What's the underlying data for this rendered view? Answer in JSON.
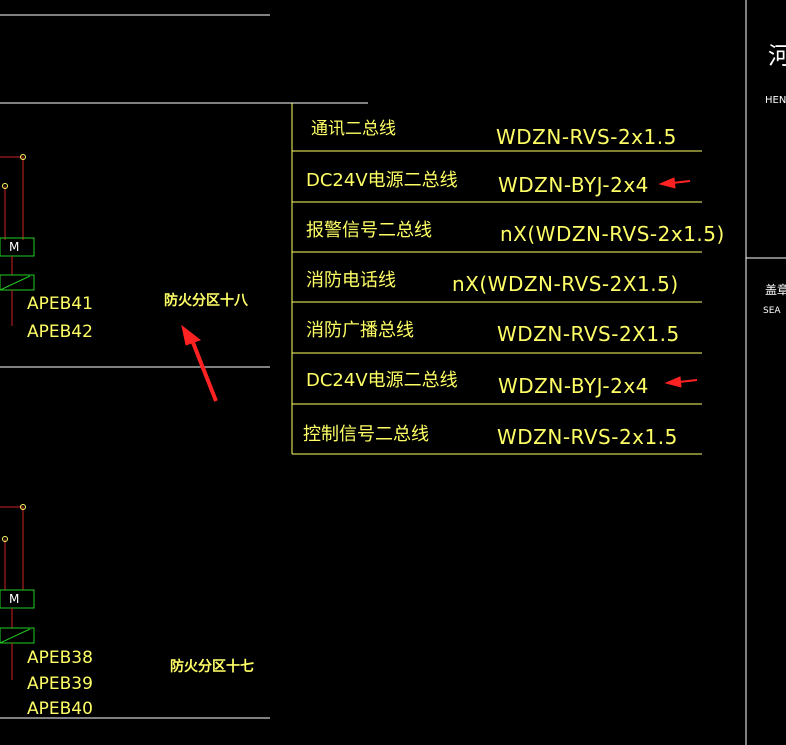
{
  "cable_rows": [
    {
      "name": "通讯二总线",
      "spec": "WDZN-RVS-2x1.5"
    },
    {
      "name": "DC24V电源二总线",
      "spec": "WDZN-BYJ-2x4"
    },
    {
      "name": "报警信号二总线",
      "spec": "nX(WDZN-RVS-2x1.5)"
    },
    {
      "name": "消防电话线",
      "spec": "nX(WDZN-RVS-2X1.5)"
    },
    {
      "name": "消防广播总线",
      "spec": "WDZN-RVS-2X1.5"
    },
    {
      "name": "DC24V电源二总线",
      "spec": "WDZN-BYJ-2x4"
    },
    {
      "name": "控制信号二总线",
      "spec": "WDZN-RVS-2x1.5"
    }
  ],
  "units_upper": [
    "APEB41",
    "APEB42"
  ],
  "units_lower": [
    "APEB38",
    "APEB39",
    "APEB40"
  ],
  "zones": {
    "upper": "防火分区十八",
    "lower": "防火分区十七"
  },
  "motor_label": "M",
  "side_panel": {
    "top_char": "河",
    "top_sub": "HEN",
    "seal_label": "盖章",
    "seal_sub": "SEA"
  },
  "colors": {
    "text": "#ffff66",
    "wire": "#cc2222",
    "box": "#22cc22",
    "arrow": "#ff2222",
    "line": "#ffffff"
  }
}
